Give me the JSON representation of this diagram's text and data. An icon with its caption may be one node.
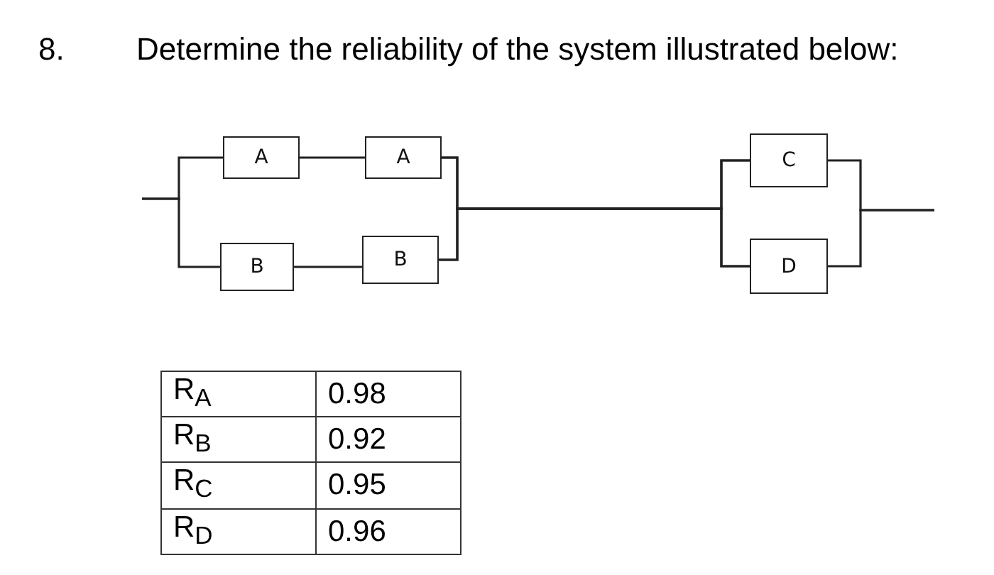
{
  "diagram": {
    "title": "Determine the reliability of the system illustrated below:",
    "nodes": [
      {
        "text": [
          "A"
        ]
      },
      {
        "text": [
          "A"
        ]
      },
      {
        "text": [
          "B"
        ]
      },
      {
        "text": [
          "B"
        ]
      },
      {
        "text": [
          "C"
        ]
      },
      {
        "text": [
          "D"
        ]
      }
    ],
    "edges": [
      {
        "from": 0,
        "to": 1,
        "arrow": "none"
      },
      {
        "from": 2,
        "to": 3,
        "arrow": "none"
      },
      {
        "from": 1,
        "to": 4,
        "arrow": "none"
      },
      {
        "from": 1,
        "to": 5,
        "arrow": "none"
      },
      {
        "from": 3,
        "to": 4,
        "arrow": "none"
      },
      {
        "from": 3,
        "to": 5,
        "arrow": "none"
      },
      {
        "from": null,
        "to": 0,
        "arrow": "none"
      },
      {
        "from": null,
        "to": 2,
        "arrow": "none"
      },
      {
        "from": 4,
        "to": null,
        "arrow": "none"
      },
      {
        "from": 5,
        "to": null,
        "arrow": "none"
      }
    ],
    "labels": [
      "8.",
      "R$_{A}$",
      "0.98",
      "R$_{B}$",
      "0.92",
      "R$_{C}$",
      "0.95",
      "R$_{D}$",
      "0.96"
    ]
  }
}
